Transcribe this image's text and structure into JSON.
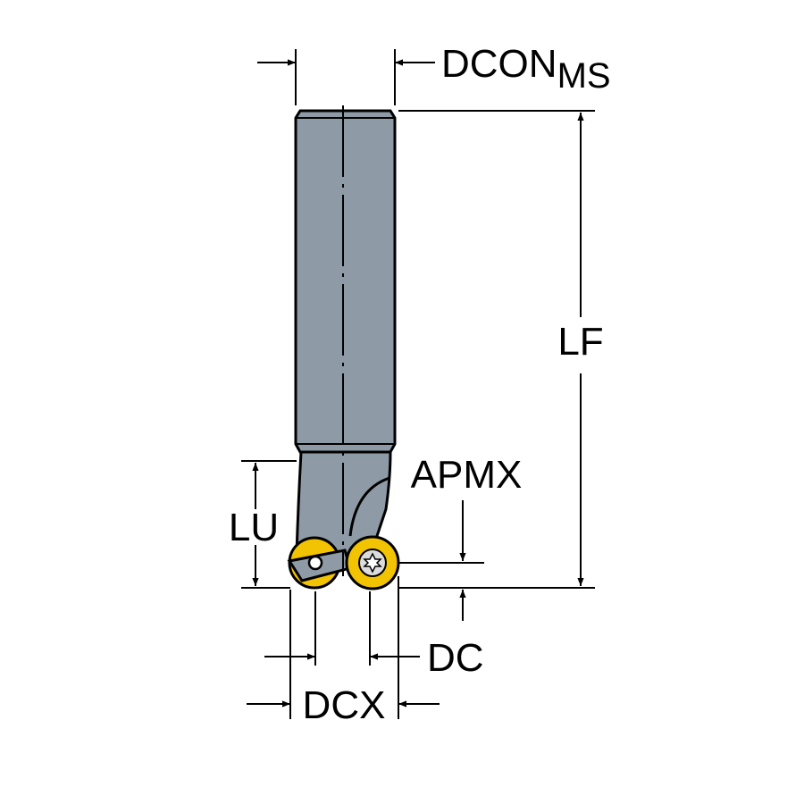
{
  "labels": {
    "dcon": "DCON",
    "dcon_sub": "MS",
    "lf": "LF",
    "apmx": "APMX",
    "lu": "LU",
    "dc": "DC",
    "dcx": "DCX"
  },
  "colors": {
    "shank_fill": "#8e9aa6",
    "shank_stroke": "#000000",
    "insert_fill": "#f2c300",
    "insert_center": "#dcdcdc",
    "line": "#000000"
  }
}
